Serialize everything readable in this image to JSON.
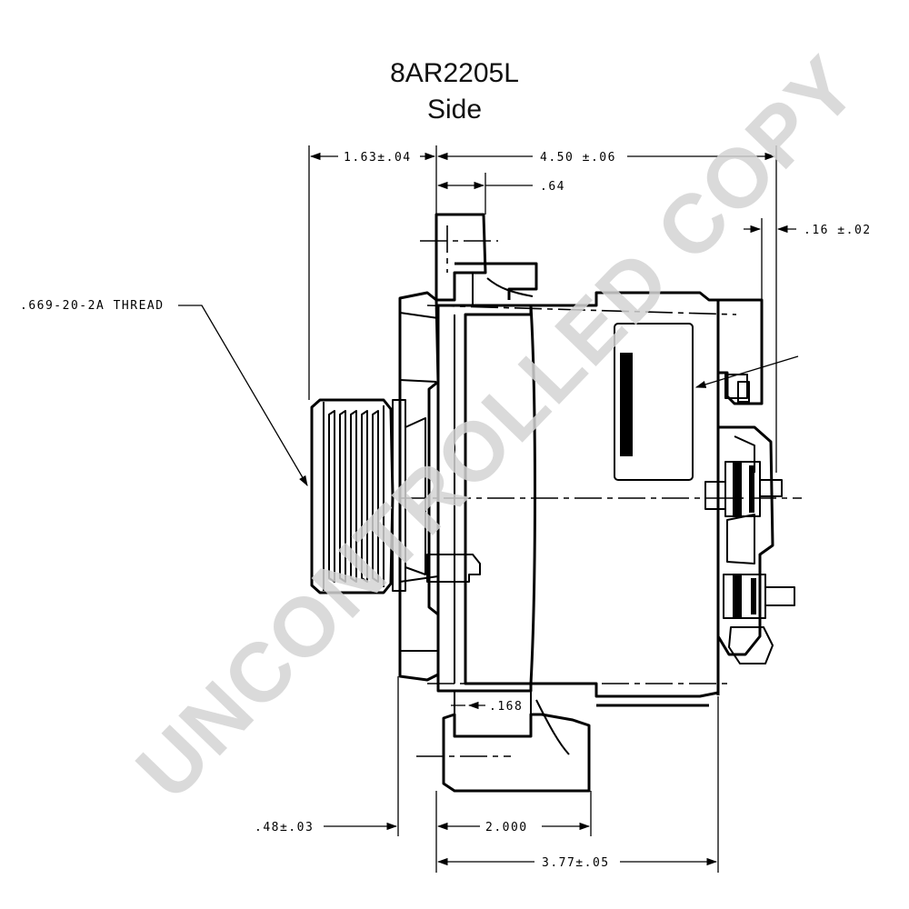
{
  "title": {
    "part_number": "8AR2205L",
    "view": "Side"
  },
  "dimensions": {
    "front_overall": "1.63±.04",
    "overall_length": "4.50 ±.06",
    "flange_offset": ".64",
    "terminal_offset": ".16 ±.02",
    "thread": ".669-20-2A THREAD",
    "ear_thickness": ".168",
    "pulley_offset": ".48±.03",
    "mount_width": "2.000",
    "body_length": "3.77±.05"
  },
  "watermark": "UNCONTROLLED COPY"
}
